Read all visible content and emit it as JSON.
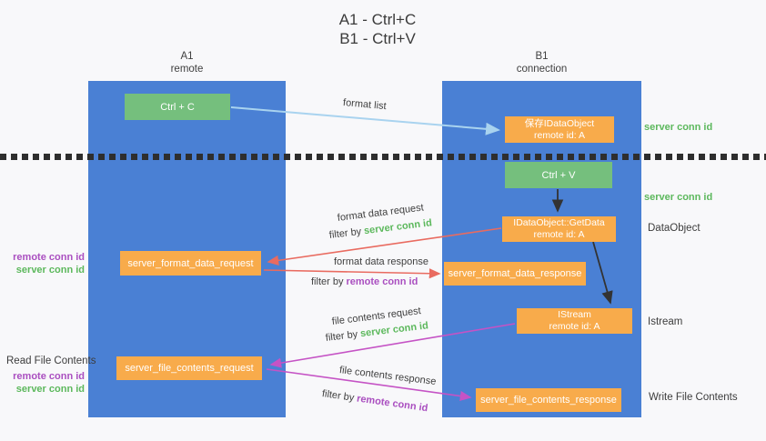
{
  "title": {
    "line1": "A1 - Ctrl+C",
    "line2": "B1 - Ctrl+V"
  },
  "lanes": {
    "left": {
      "title": "A1",
      "subtitle": "remote"
    },
    "right": {
      "title": "B1",
      "subtitle": "connection"
    }
  },
  "nodes": {
    "ctrl_c": "Ctrl + C",
    "save_dataobject": {
      "line1": "保存IDataObject",
      "line2": "remote id: A"
    },
    "ctrl_v": "Ctrl + V",
    "getdata": {
      "line1": "IDataObject::GetData",
      "line2": "remote id: A"
    },
    "format_request": "server_format_data_request",
    "format_response": "server_format_data_response",
    "istream": {
      "line1": "IStream",
      "line2": "remote id: A"
    },
    "file_request": "server_file_contents_request",
    "file_response": "server_file_contents_response"
  },
  "annotations": {
    "right": {
      "server_conn_id_1": "server conn id",
      "server_conn_id_2": "server conn id",
      "dataobject": "DataObject",
      "istream": "Istream",
      "write_file": "Write File Contents"
    },
    "left": {
      "remote_conn_id_1": "remote conn id",
      "server_conn_id_1": "server conn id",
      "read_file": "Read File Contents",
      "remote_conn_id_2": "remote conn id",
      "server_conn_id_2": "server conn id"
    }
  },
  "flow_labels": {
    "format_list": "format list",
    "format_data_request": "format data request",
    "filter_server_1": {
      "prefix": "filter by",
      "key": "server conn id"
    },
    "format_data_response": "format data response",
    "filter_remote_1": {
      "prefix": "filter by",
      "key": "remote conn id"
    },
    "file_contents_request": "file contents request",
    "filter_server_2": {
      "prefix": "filter by",
      "key": "server conn id"
    },
    "file_contents_response": "file contents response",
    "filter_remote_2": {
      "prefix": "filter by",
      "key": "remote conn id"
    }
  },
  "colors": {
    "lane_blue": "#4a80d4",
    "green_box": "#75bf7d",
    "orange_box": "#f8ab4b",
    "green_text": "#5cb85c",
    "purple_text": "#aa4fc0",
    "red_arrow": "#e96b60",
    "magenta_arrow": "#c553c5",
    "light_blue_arrow": "#a9d3ef",
    "dark_arrow": "#333333",
    "background": "#f8f8fa"
  }
}
